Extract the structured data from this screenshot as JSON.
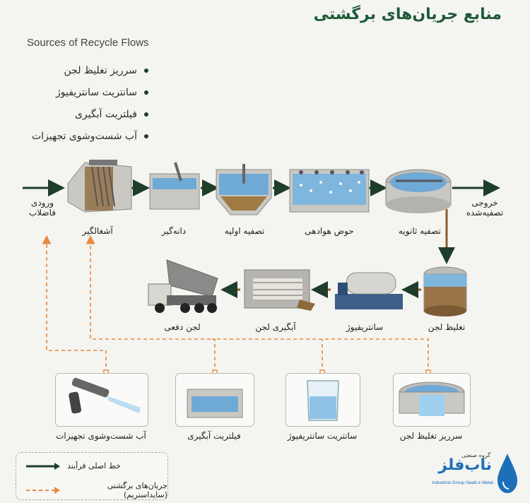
{
  "title": "منابع جریان‌های برگشتی",
  "subtitle": "Sources of Recycle Flows",
  "bullets": [
    "سرریز تغلیظ لجن",
    "سانتریت سانتریفیوژ",
    "فیلتریت آبگیری",
    "آب شست‌وشوی تجهیزات"
  ],
  "row1": {
    "inlet": "ورودی\nفاضلاب",
    "screen": "آشغالگیر",
    "grit": "دانه‌گیر",
    "primary": "تصفیه اولیه",
    "aeration": "حوض هوادهی",
    "secondary": "تصفیه ثانویه",
    "outlet": "خروجی\nتصفیه‌شده"
  },
  "row2": {
    "thickening": "تغلیظ لجن",
    "centrifuge": "سانتریفیوژ",
    "dewatering": "آبگیری لجن",
    "disposal": "لجن دفعی"
  },
  "sources": {
    "wash": "آب شست‌وشوی تجهیزات",
    "filtrate": "فیلتریت آبگیری",
    "centrate": "سانتریت سانتریفیوژ",
    "overflow": "سرریز تغلیظ لجن"
  },
  "legend": {
    "main": "خط اصلی فرآیند",
    "recycle": "جریان‌های برگشتی (سایداستریم)"
  },
  "logo": {
    "small": "گروه صنعتی",
    "main": "ناب‌فلز",
    "en": "Industrial Group Naab e Metal"
  },
  "colors": {
    "main_line": "#1e3d2a",
    "recycle_line": "#e8893a",
    "title": "#1e5a38",
    "water": "#6fa9d6"
  }
}
